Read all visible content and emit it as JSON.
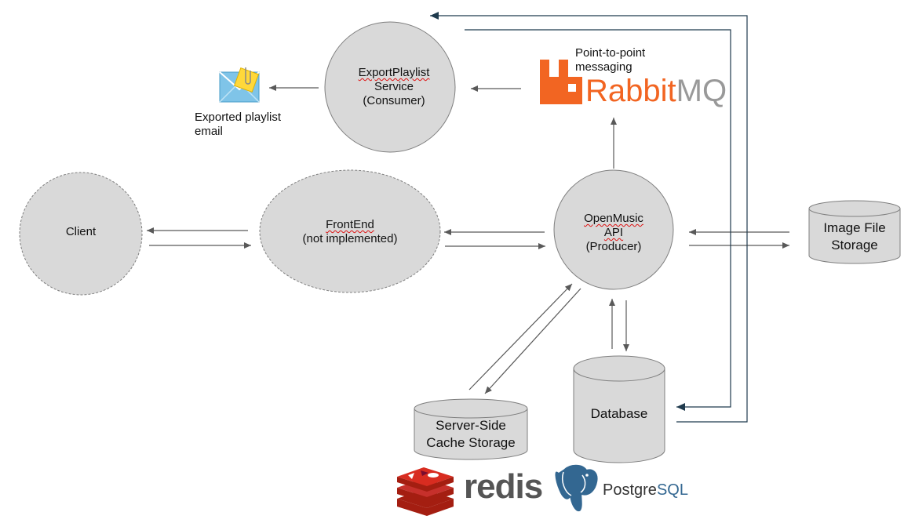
{
  "nodes": {
    "client": {
      "label": "Client"
    },
    "frontend": {
      "line1": "FrontEnd",
      "line2": "(not implemented)"
    },
    "api": {
      "line1": "OpenMusic",
      "line2": "API",
      "line3": "(Producer)"
    },
    "export_service": {
      "line1": "ExportPlaylist",
      "line2": "Service",
      "line3": "(Consumer)"
    },
    "image_storage": {
      "line1": "Image File",
      "line2": "Storage"
    },
    "database": {
      "label": "Database"
    },
    "cache": {
      "line1": "Server-Side",
      "line2": "Cache Storage"
    }
  },
  "annotations": {
    "email_caption_line1": "Exported playlist",
    "email_caption_line2": "email",
    "rabbit_caption_line1": "Point-to-point",
    "rabbit_caption_line2": "messaging"
  },
  "logos": {
    "rabbitmq_a": "Rabbit",
    "rabbitmq_b": "MQ",
    "redis": "redis",
    "postgres_a": "Postgre",
    "postgres_b": "SQL"
  },
  "colors": {
    "node_fill": "#d9d9d9",
    "node_stroke": "#7f7f7f",
    "arrow": "#595959",
    "feedback_line": "#1f3a4d",
    "rabbit_orange": "#f26522",
    "rabbit_gray": "#999999",
    "redis_red": "#d82c20",
    "postgres_blue": "#336791"
  }
}
